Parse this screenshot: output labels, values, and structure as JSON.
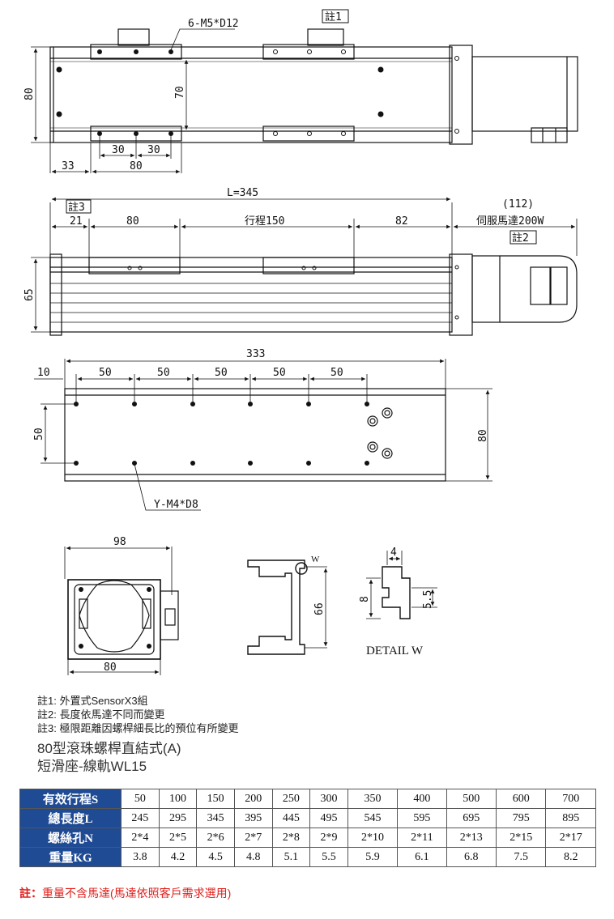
{
  "drawing": {
    "top_view": {
      "dims": [
        "6-M5*D12",
        "70",
        "80",
        "33",
        "30",
        "30",
        "80"
      ],
      "note_tag": "註1"
    },
    "side_view": {
      "dims": [
        "L=345",
        "21",
        "80",
        "行程150",
        "82",
        "(112)",
        "伺服馬達200W",
        "65"
      ],
      "note_tags": [
        "註3",
        "註2"
      ]
    },
    "bottom_view": {
      "dims": [
        "333",
        "10",
        "50",
        "50",
        "50",
        "50",
        "50",
        "50",
        "80",
        "Y-M4*D8"
      ]
    },
    "end_view": {
      "dims": [
        "98",
        "80"
      ]
    },
    "profile_view": {
      "dims": [
        "W",
        "66"
      ]
    },
    "detail_view": {
      "dims": [
        "4",
        "8",
        "5.5"
      ],
      "label": "DETAIL W"
    }
  },
  "notes": [
    "註1: 外置式SensorX3組",
    "註2: 長度依馬達不同而變更",
    "註3: 極限距離因螺桿細長比的預位有所變更"
  ],
  "product_title": "80型滾珠螺桿直結式(A)",
  "product_subtitle": "短滑座-線軌WL15",
  "spec_table": {
    "rows": [
      {
        "label": "有效行程S",
        "values": [
          "50",
          "100",
          "150",
          "200",
          "250",
          "300",
          "350",
          "400",
          "500",
          "600",
          "700"
        ]
      },
      {
        "label": "總長度L",
        "values": [
          "245",
          "295",
          "345",
          "395",
          "445",
          "495",
          "545",
          "595",
          "695",
          "795",
          "895"
        ]
      },
      {
        "label": "螺絲孔N",
        "values": [
          "2*4",
          "2*5",
          "2*6",
          "2*7",
          "2*8",
          "2*9",
          "2*10",
          "2*11",
          "2*13",
          "2*15",
          "2*17"
        ]
      },
      {
        "label": "重量KG",
        "values": [
          "3.8",
          "4.2",
          "4.5",
          "4.8",
          "5.1",
          "5.5",
          "5.9",
          "6.1",
          "6.8",
          "7.5",
          "8.2"
        ]
      }
    ]
  },
  "footnote": {
    "prefix": "註：",
    "text": "重量不含馬達(馬達依照客戶需求選用)"
  },
  "colors": {
    "header_bg": "#1f4a94",
    "footnote": "#e0201c",
    "line": "#111111"
  }
}
